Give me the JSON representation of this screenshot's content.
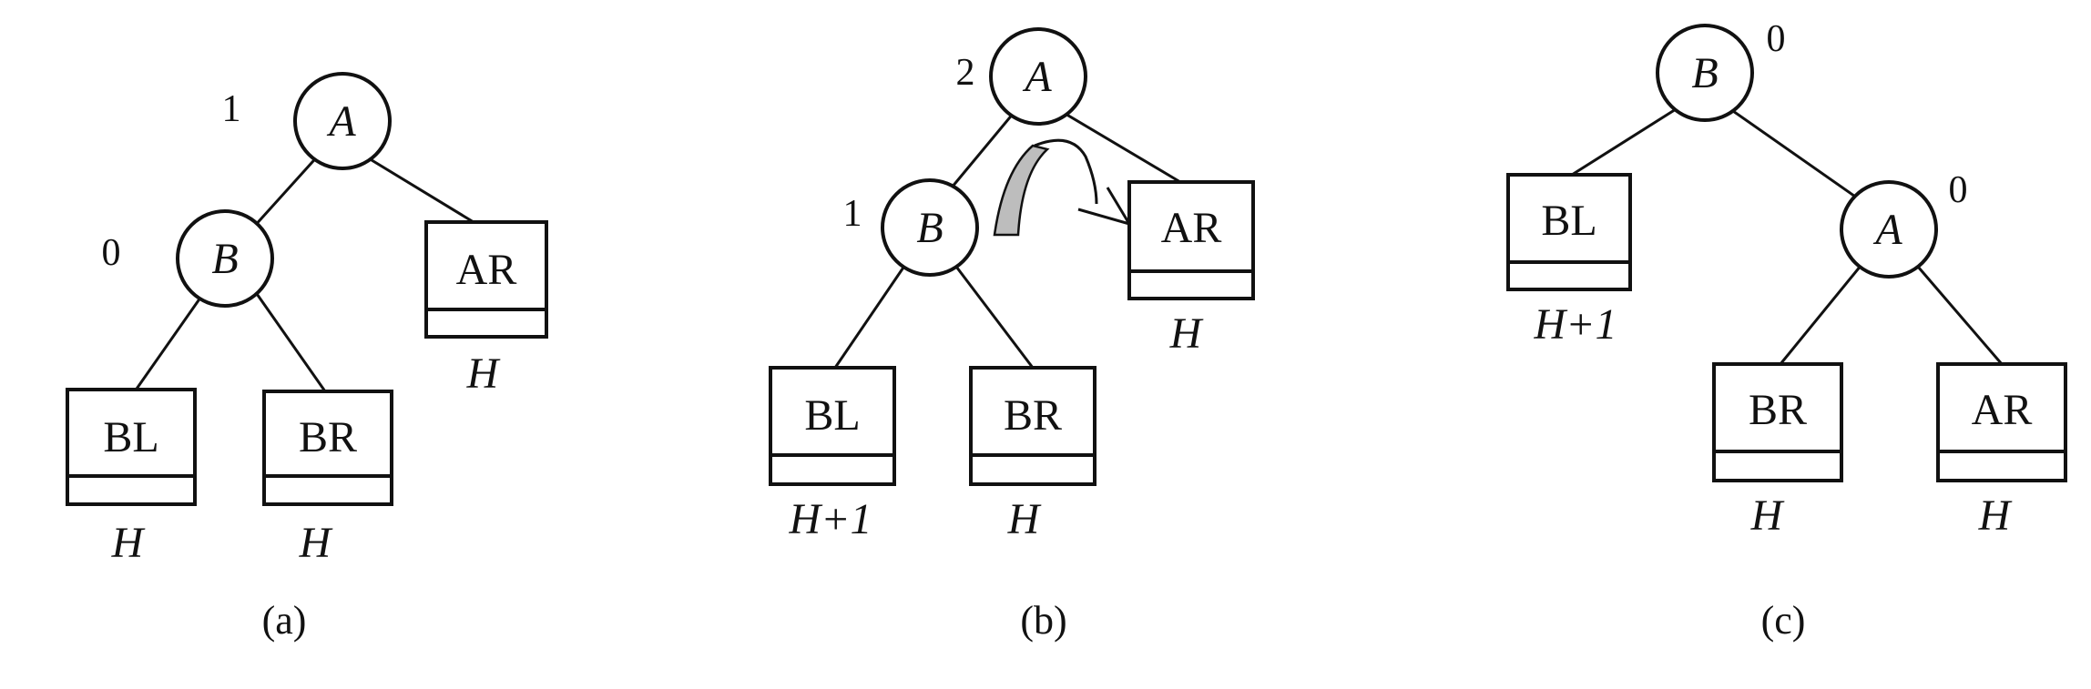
{
  "diagram_a": {
    "caption": "(a)",
    "node_A": {
      "label": "A",
      "balance": "1"
    },
    "node_B": {
      "label": "B",
      "balance": "0"
    },
    "subtree_BL": {
      "label": "BL",
      "height": "H"
    },
    "subtree_BR": {
      "label": "BR",
      "height": "H"
    },
    "subtree_AR": {
      "label": "AR",
      "height": "H"
    }
  },
  "diagram_b": {
    "caption": "(b)",
    "node_A": {
      "label": "A",
      "balance": "2"
    },
    "node_B": {
      "label": "B",
      "balance": "1"
    },
    "subtree_BL": {
      "label": "BL",
      "height": "H+1"
    },
    "subtree_BR": {
      "label": "BR",
      "height": "H"
    },
    "subtree_AR": {
      "label": "AR",
      "height": "H"
    }
  },
  "diagram_c": {
    "caption": "(c)",
    "node_B": {
      "label": "B",
      "balance": "0"
    },
    "node_A": {
      "label": "A",
      "balance": "0"
    },
    "subtree_BL": {
      "label": "BL",
      "height": "H+1"
    },
    "subtree_BR": {
      "label": "BR",
      "height": "H"
    },
    "subtree_AR": {
      "label": "AR",
      "height": "H"
    }
  }
}
